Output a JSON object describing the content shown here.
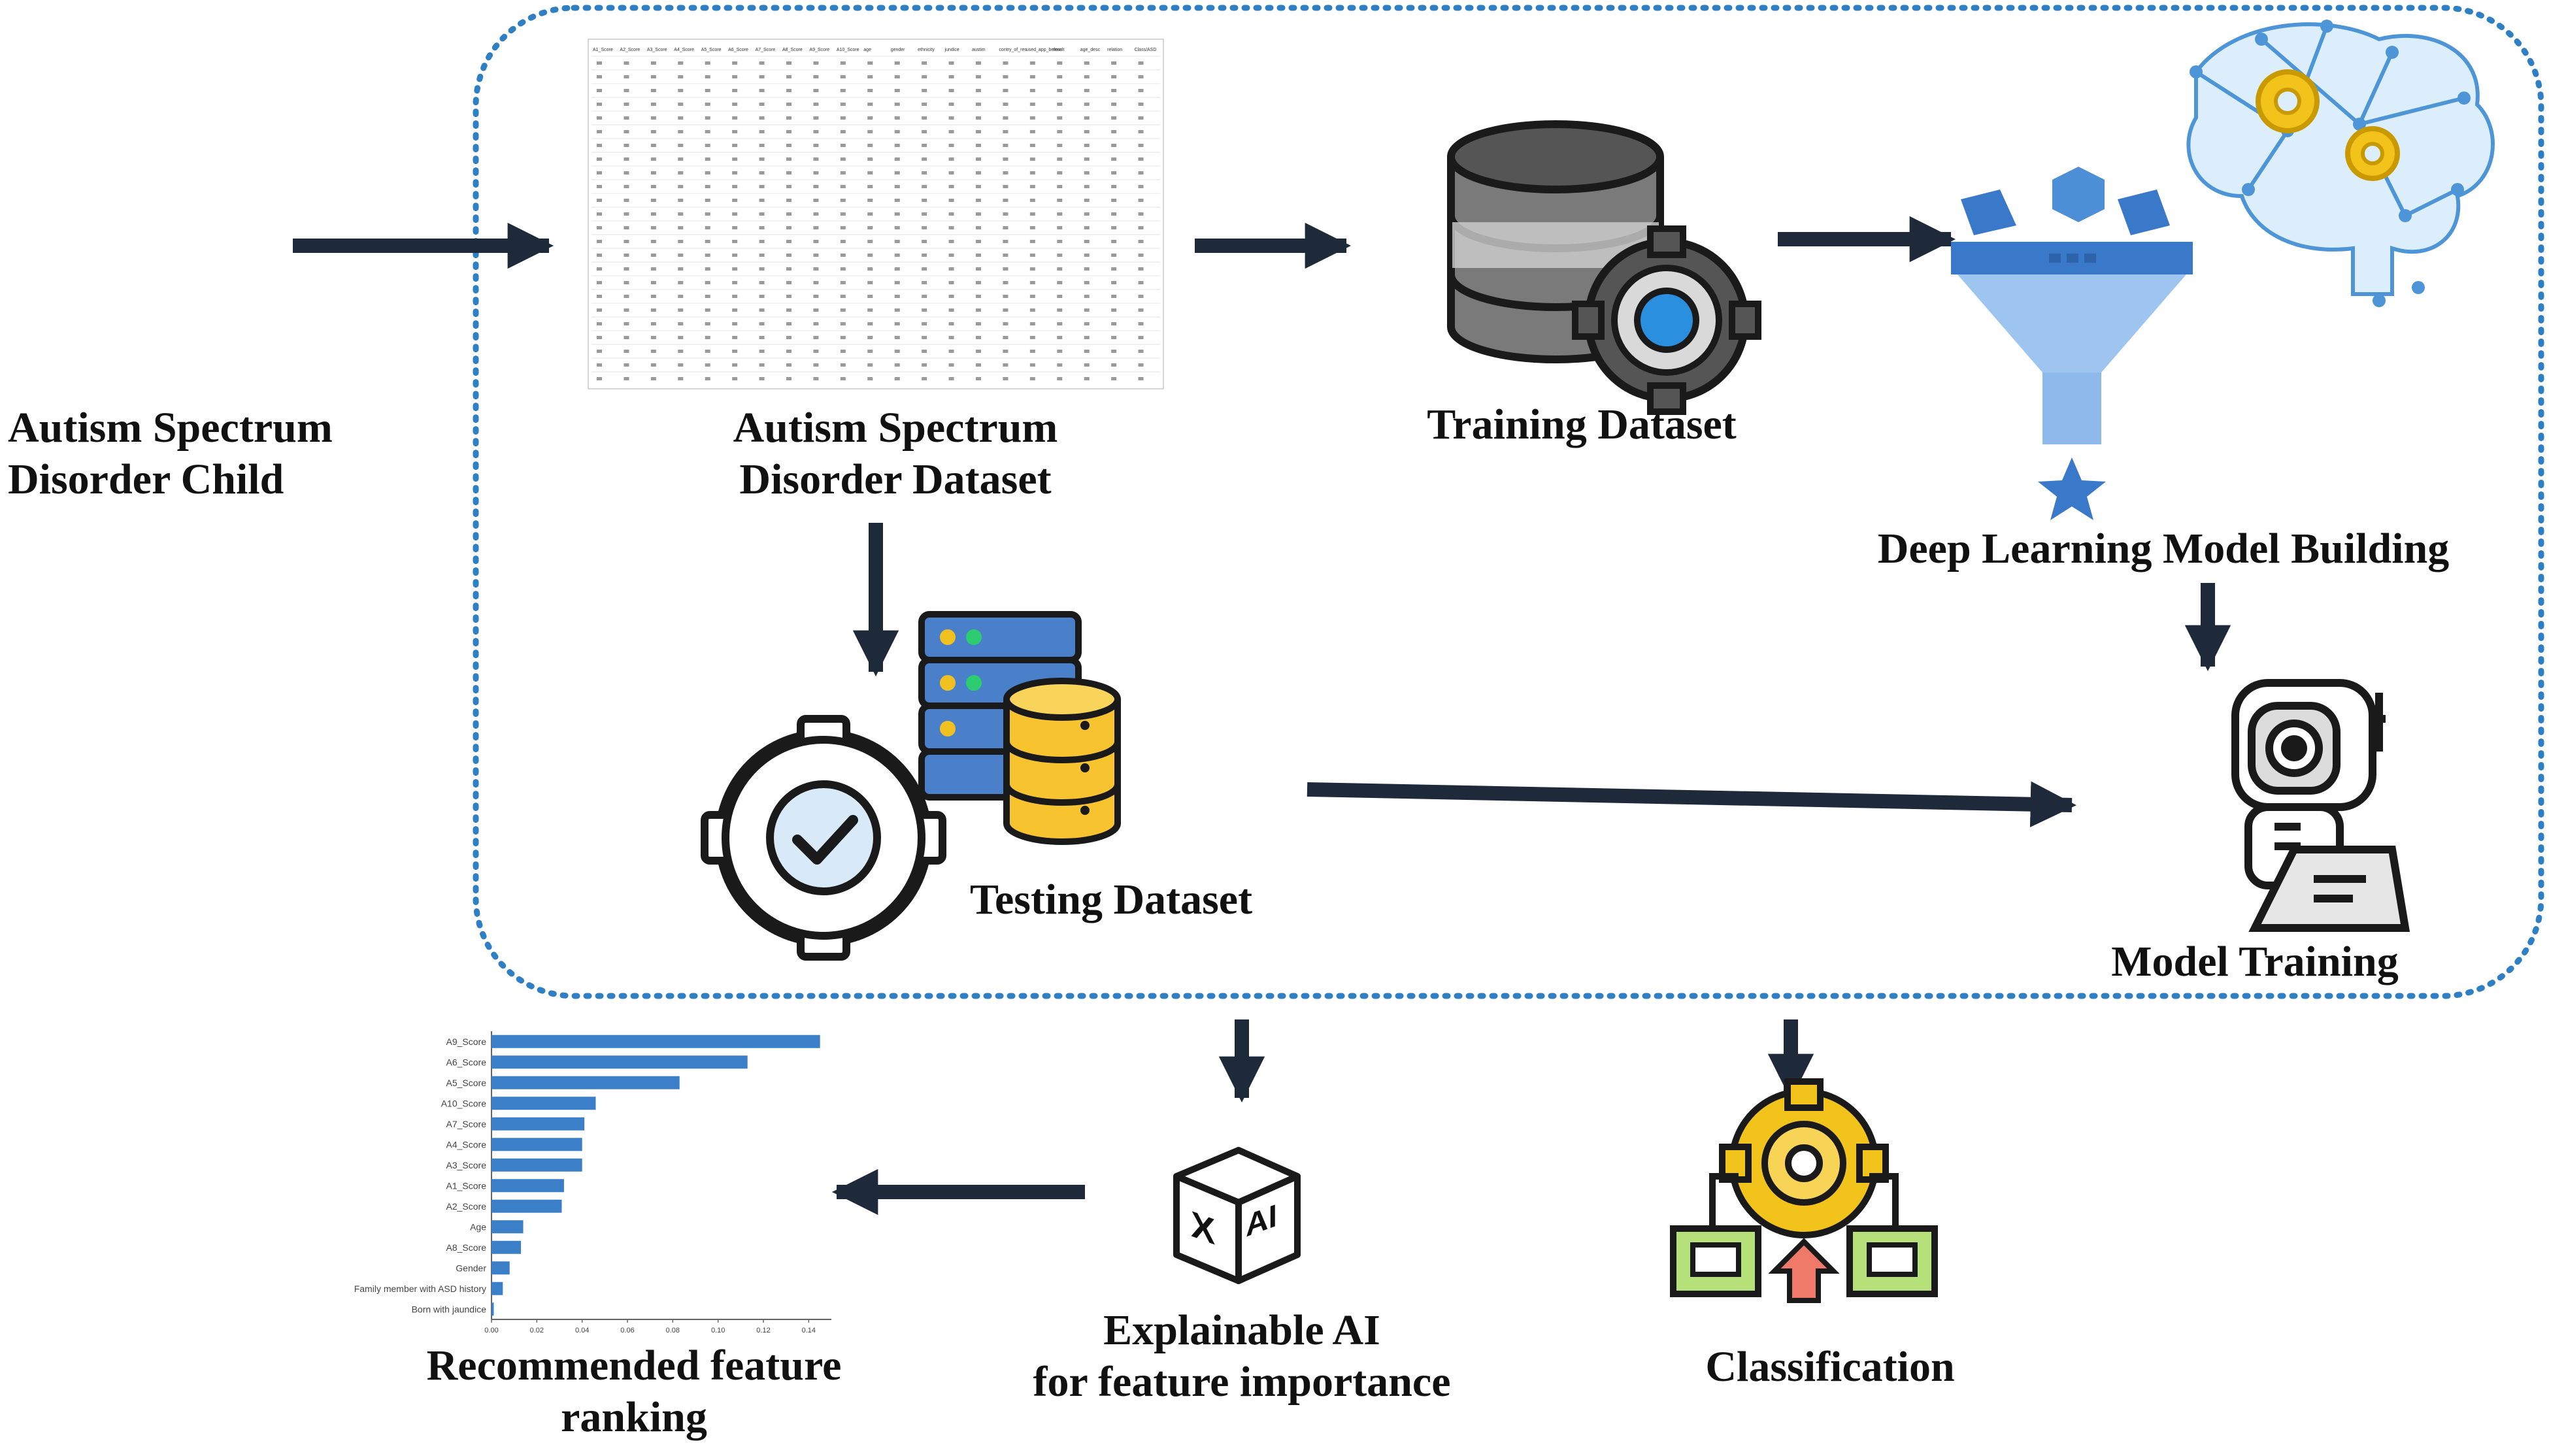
{
  "labels": {
    "input": [
      "Autism Spectrum",
      "Disorder Child"
    ],
    "dataset": [
      "Autism Spectrum",
      "Disorder Dataset"
    ],
    "training": "Training Dataset",
    "testing": "Testing Dataset",
    "building": "Deep Learning Model Building",
    "model_training": "Model Training",
    "xai": [
      "Explainable AI",
      "for feature importance"
    ],
    "classification": "Classification",
    "ranking": [
      "Recommended feature",
      "ranking"
    ],
    "xai_box_left": "X",
    "xai_box_right": "AI"
  },
  "colors": {
    "arrow": "#1e2a3a",
    "frame": "#2f7fc4",
    "blue": "#3a78c9",
    "gold": "#f2c31b",
    "ink": "#1a1a1a"
  },
  "spreadsheet_headers": [
    "A1_Score",
    "A2_Score",
    "A3_Score",
    "A4_Score",
    "A5_Score",
    "A6_Score",
    "A7_Score",
    "A8_Score",
    "A9_Score",
    "A10_Score",
    "age",
    "gender",
    "ethnicity",
    "jundice",
    "austim",
    "contry_of_res",
    "used_app_before",
    "result",
    "age_desc",
    "relation",
    "Class/ASD"
  ],
  "chart_data": {
    "type": "bar",
    "orientation": "horizontal",
    "categories": [
      "A9_Score",
      "A6_Score",
      "A5_Score",
      "A10_Score",
      "A7_Score",
      "A4_Score",
      "A3_Score",
      "A1_Score",
      "A2_Score",
      "Age",
      "A8_Score",
      "Gender",
      "Family member with ASD history",
      "Born with jaundice"
    ],
    "values": [
      0.145,
      0.113,
      0.083,
      0.046,
      0.041,
      0.04,
      0.04,
      0.032,
      0.031,
      0.014,
      0.013,
      0.008,
      0.005,
      0.001
    ],
    "xticks": [
      "0.00",
      "0.02",
      "0.04",
      "0.06",
      "0.08",
      "0.10",
      "0.12",
      "0.14"
    ],
    "xlim": [
      0,
      0.15
    ],
    "color": "#3a7fc8"
  }
}
